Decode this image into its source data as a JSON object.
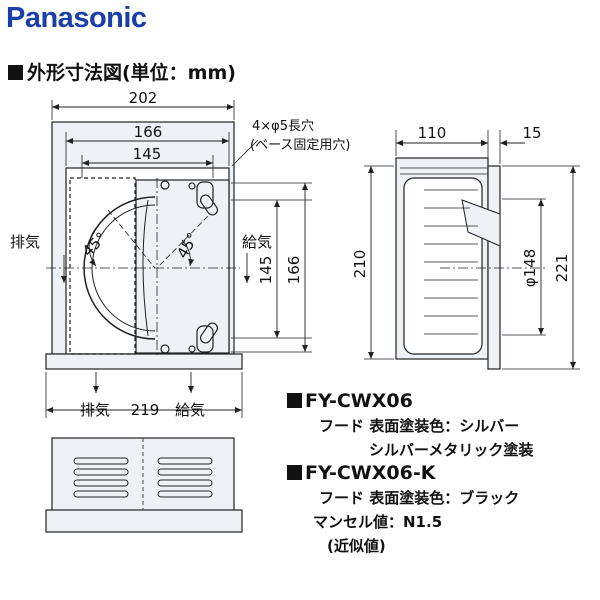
{
  "brand": "Panasonic",
  "title": "外形寸法図(単位：mm)",
  "dims": {
    "w202": "202",
    "w166": "166",
    "w145": "145",
    "w110": "110",
    "w15": "15",
    "h210": "210",
    "h221": "221",
    "phi148": "φ148",
    "h145": "145",
    "h166": "166",
    "w219": "219",
    "angle": "45°"
  },
  "notes": {
    "hole_line1": "4×φ5長穴",
    "hole_line2": "(ベース固定用穴)"
  },
  "labels": {
    "exhaust": "排気",
    "supply": "給気"
  },
  "specs": [
    {
      "model": "FY-CWX06",
      "line1": "フード 表面塗装色：シルバー",
      "line2": "シルバーメタリック塗装"
    },
    {
      "model": "FY-CWX06-K",
      "line1": "フード 表面塗装色：ブラック",
      "line2": "マンセル値：N1.5",
      "line3": "(近似値)"
    }
  ],
  "colors": {
    "brand": "#1b3fa8",
    "panel_fill": "#eef2f6",
    "line": "#222222"
  }
}
